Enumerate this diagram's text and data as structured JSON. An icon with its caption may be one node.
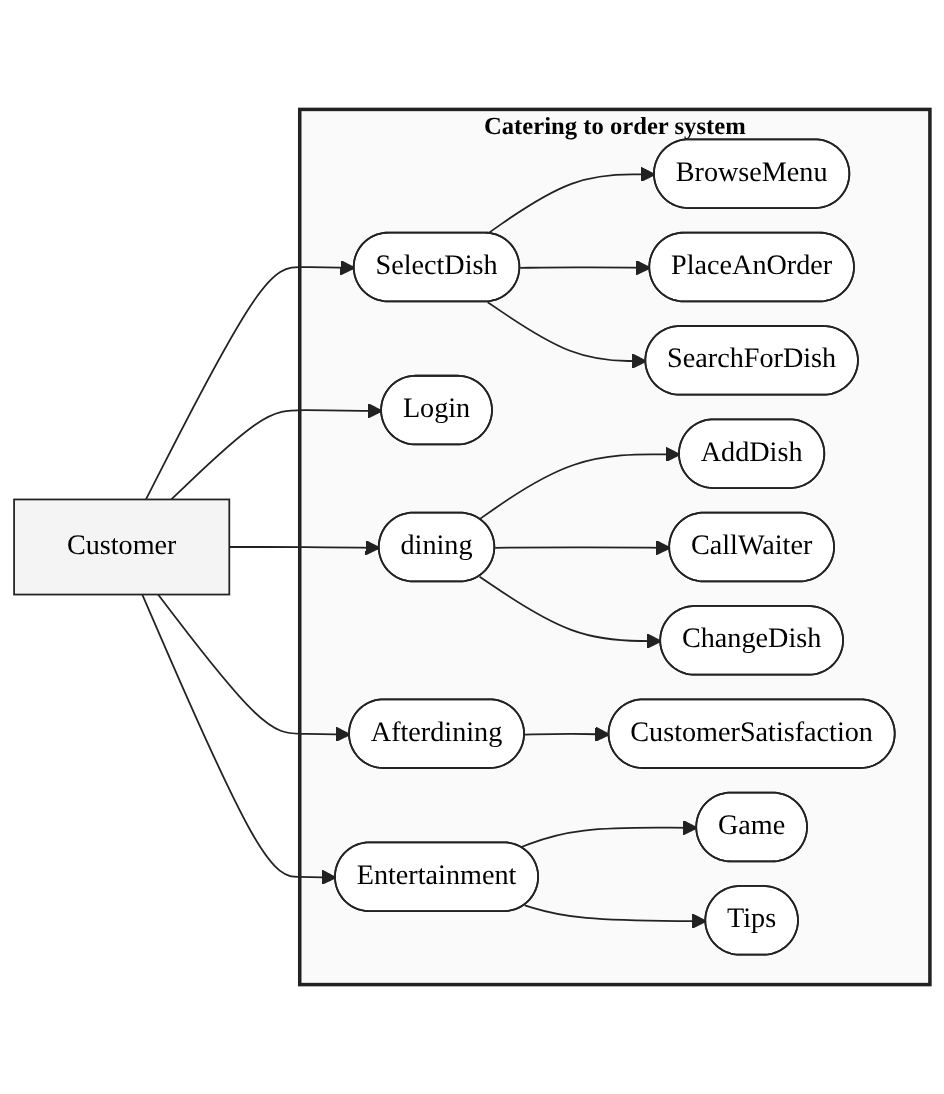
{
  "diagram": {
    "nodes": [
      {
        "text": [
          "Customer"
        ]
      },
      {
        "text": [
          "Catering to order system"
        ]
      },
      {
        "text": [
          "SelectDish"
        ],
        "in": 1
      },
      {
        "text": [
          "BrowseMenu"
        ],
        "in": 1
      },
      {
        "text": [
          "PlaceAnOrder"
        ],
        "in": 1
      },
      {
        "text": [
          "SearchForDish"
        ],
        "in": 1
      },
      {
        "text": [
          "Login"
        ],
        "in": 1
      },
      {
        "text": [
          "dining"
        ],
        "in": 1
      },
      {
        "text": [
          "AddDish"
        ],
        "in": 1
      },
      {
        "text": [
          "CallWaiter"
        ],
        "in": 1
      },
      {
        "text": [
          "ChangeDish"
        ],
        "in": 1
      },
      {
        "text": [
          "Afterdining"
        ],
        "in": 1
      },
      {
        "text": [
          "CustomerSatisfaction"
        ],
        "in": 1
      },
      {
        "text": [
          "Entertainment"
        ],
        "in": 1
      },
      {
        "text": [
          "Game"
        ],
        "in": 1
      },
      {
        "text": [
          "Tips"
        ],
        "in": 1
      }
    ],
    "edges": [
      {
        "from": 0,
        "to": 2,
        "arrow": "to"
      },
      {
        "from": 0,
        "to": 6,
        "arrow": "to"
      },
      {
        "from": 0,
        "to": 7,
        "arrow": "to"
      },
      {
        "from": 0,
        "to": 11,
        "arrow": "to"
      },
      {
        "from": 0,
        "to": 13,
        "arrow": "to"
      },
      {
        "from": 2,
        "to": 3,
        "arrow": "to"
      },
      {
        "from": 2,
        "to": 4,
        "arrow": "to"
      },
      {
        "from": 2,
        "to": 5,
        "arrow": "to"
      },
      {
        "from": 7,
        "to": 8,
        "arrow": "to"
      },
      {
        "from": 7,
        "to": 9,
        "arrow": "to"
      },
      {
        "from": 7,
        "to": 10,
        "arrow": "to"
      },
      {
        "from": 11,
        "to": 12,
        "arrow": "to"
      },
      {
        "from": 13,
        "to": 14,
        "arrow": "to"
      },
      {
        "from": 13,
        "to": 15,
        "arrow": "to"
      }
    ]
  }
}
